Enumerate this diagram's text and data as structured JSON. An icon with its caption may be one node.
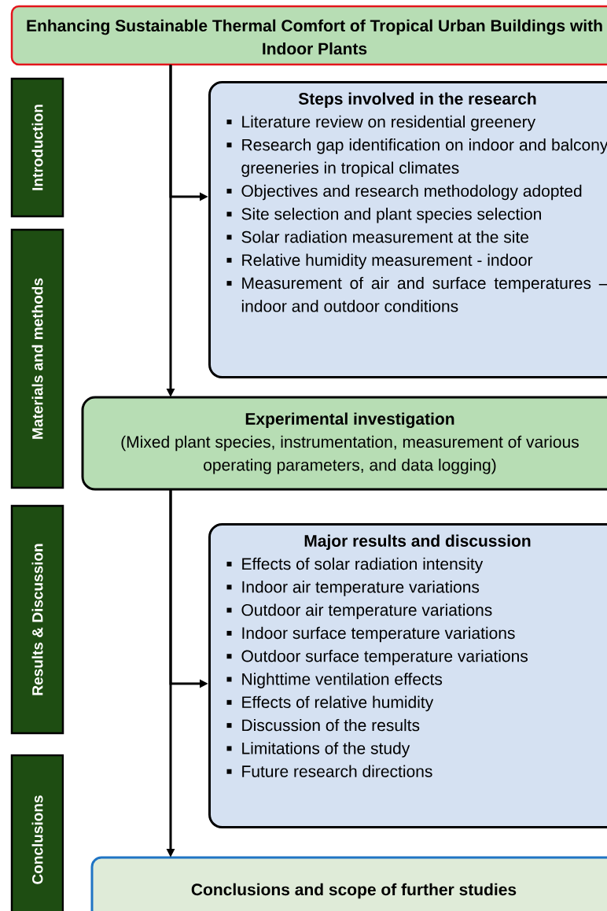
{
  "diagram": {
    "nodes": [
      {
        "text": [
          "Enhancing Sustainable Thermal Comfort of Tropical Urban Buildings with Indoor Plants"
        ]
      },
      {
        "text": [
          "Introduction"
        ]
      },
      {
        "text": [
          "Materials and methods"
        ]
      },
      {
        "text": [
          "Results & Discussion"
        ]
      },
      {
        "text": [
          "Conclusions"
        ]
      },
      {
        "text": [
          "Steps involved in the research",
          "Literature review on residential greenery",
          "Research gap identification on indoor and balcony greeneries in tropical climates",
          "Objectives and research methodology adopted",
          "Site selection and plant species selection",
          "Solar radiation measurement at the site",
          "Relative humidity measurement - indoor",
          "Measurement of air and surface temperatures – indoor and outdoor conditions"
        ]
      },
      {
        "text": [
          "Experimental investigation",
          "(Mixed plant species, instrumentation, measurement of various operating parameters, and data logging)"
        ]
      },
      {
        "text": [
          "Major results and discussion",
          "Effects of solar radiation intensity",
          "Indoor air temperature variations",
          "Outdoor air temperature variations",
          "Indoor surface temperature variations",
          "Outdoor surface temperature variations",
          "Nighttime ventilation effects",
          "Effects of relative humidity",
          "Discussion of the results",
          "Limitations of the study",
          "Future research directions"
        ]
      },
      {
        "text": [
          "Conclusions and scope of further studies"
        ]
      }
    ],
    "edges": [
      {
        "from": 0,
        "to": 5,
        "arrow": "to"
      },
      {
        "from": 0,
        "to": 6,
        "arrow": "to"
      },
      {
        "from": 6,
        "to": 7,
        "arrow": "to"
      },
      {
        "from": 6,
        "to": 8,
        "arrow": "to"
      }
    ]
  }
}
